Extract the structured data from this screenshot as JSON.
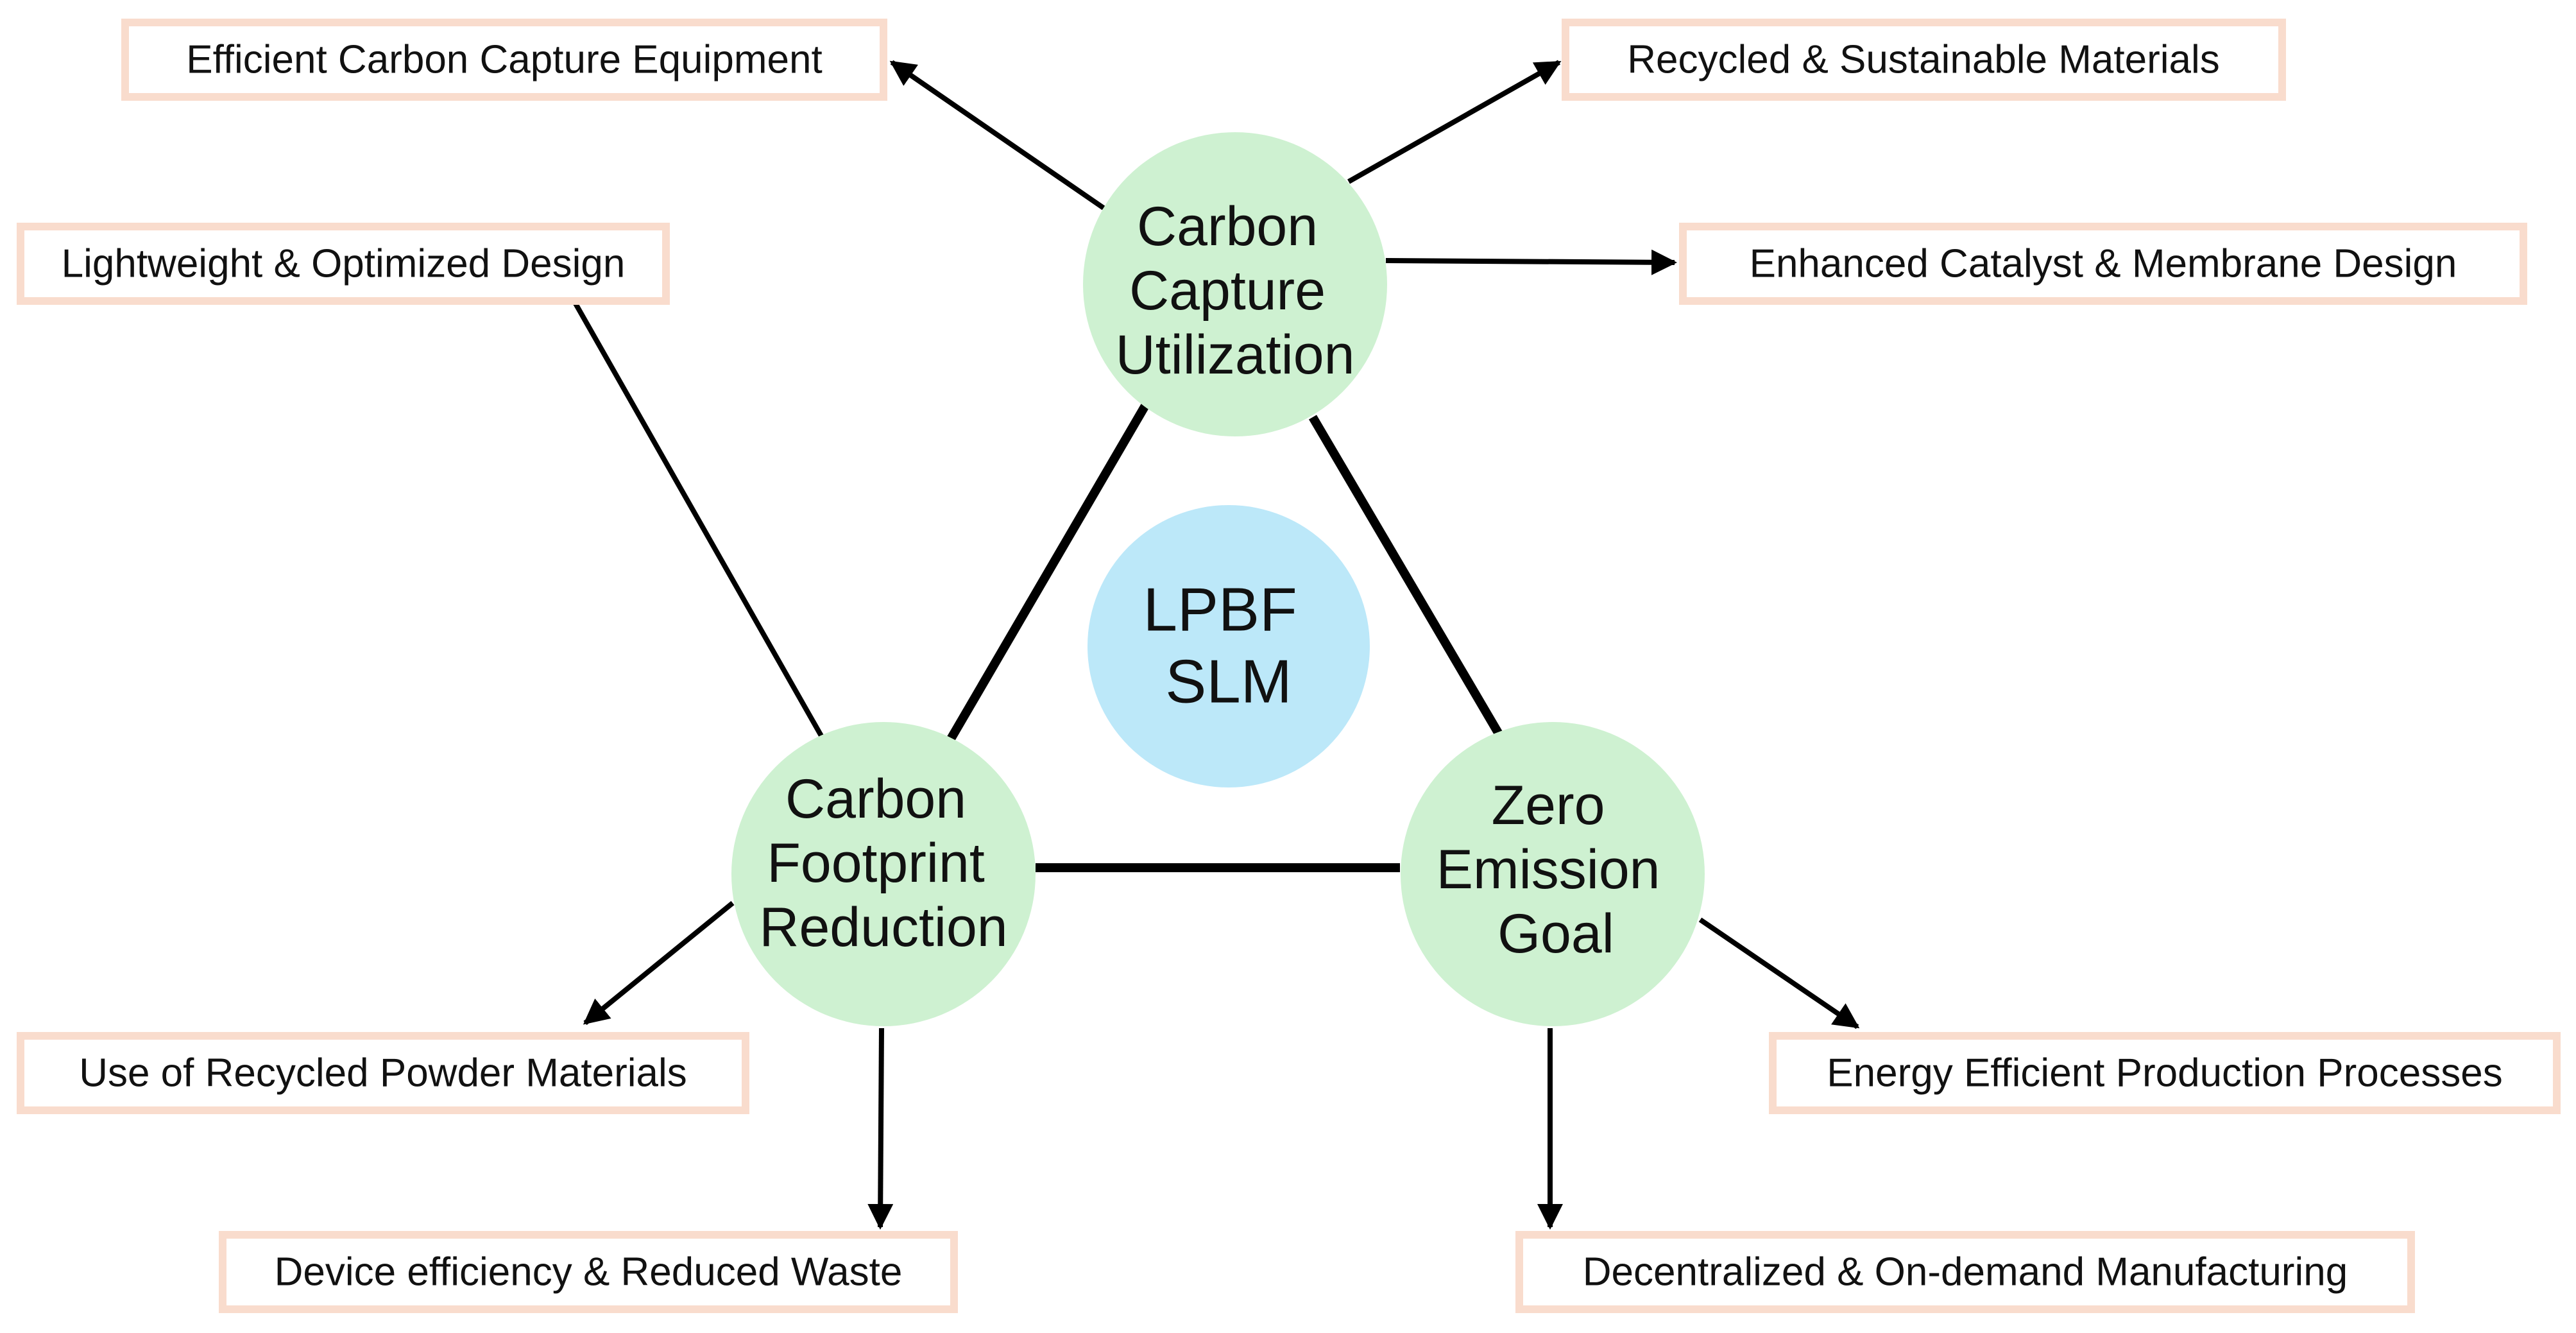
{
  "colors": {
    "node_fill": "#cef1d1",
    "center_fill": "#bce8f9",
    "box_border": "#f9dccd",
    "line": "#000000",
    "text": "#111111"
  },
  "center": {
    "lines": [
      "LPBF",
      "SLM"
    ]
  },
  "nodes": {
    "capture": {
      "lines": [
        "Carbon",
        "Capture",
        "Utilization"
      ]
    },
    "footprint": {
      "lines": [
        "Carbon",
        "Footprint",
        "Reduction"
      ]
    },
    "zero": {
      "lines": [
        "Zero",
        "Emission",
        "Goal"
      ]
    }
  },
  "boxes": {
    "efficient_capture": "Efficient Carbon Capture Equipment",
    "recycled_sustainable": "Recycled & Sustainable Materials",
    "lightweight_design": "Lightweight & Optimized Design",
    "catalyst_membrane": "Enhanced Catalyst & Membrane Design",
    "recycled_powder": "Use of Recycled Powder Materials",
    "energy_efficient": "Energy Efficient Production Processes",
    "device_efficiency": "Device efficiency & Reduced Waste",
    "decentralized": "Decentralized & On-demand Manufacturing"
  }
}
